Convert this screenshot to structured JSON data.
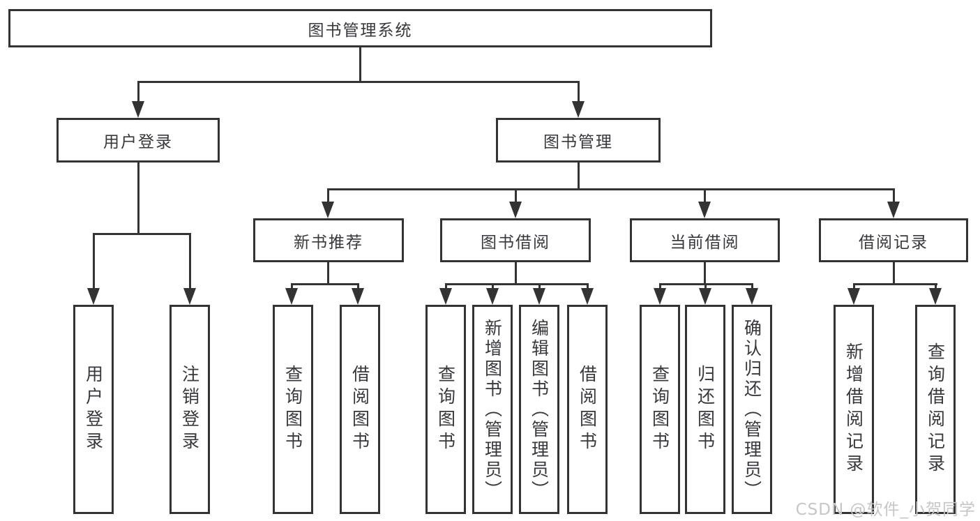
{
  "nodes": {
    "root": "图书管理系统",
    "level2": [
      "用户登录",
      "图书管理"
    ],
    "level3": [
      "新书推荐",
      "图书借阅",
      "当前借阅",
      "借阅记录"
    ],
    "leaves": [
      "用户登录",
      "注销登录",
      "查询图书",
      "借阅图书",
      "查询图书",
      "新增图书（管理员）",
      "编辑图书（管理员）",
      "借阅图书",
      "查询图书",
      "归还图书",
      "确认归还（管理员）",
      "新增借阅记录",
      "查询借阅记录"
    ]
  },
  "watermark": "CSDN @软件_小贺同学",
  "colors": {
    "line": "#333333",
    "text": "#38383c",
    "box_bg": "#ffffff",
    "watermark": "#c6c6c6",
    "background": "#ffffff"
  }
}
